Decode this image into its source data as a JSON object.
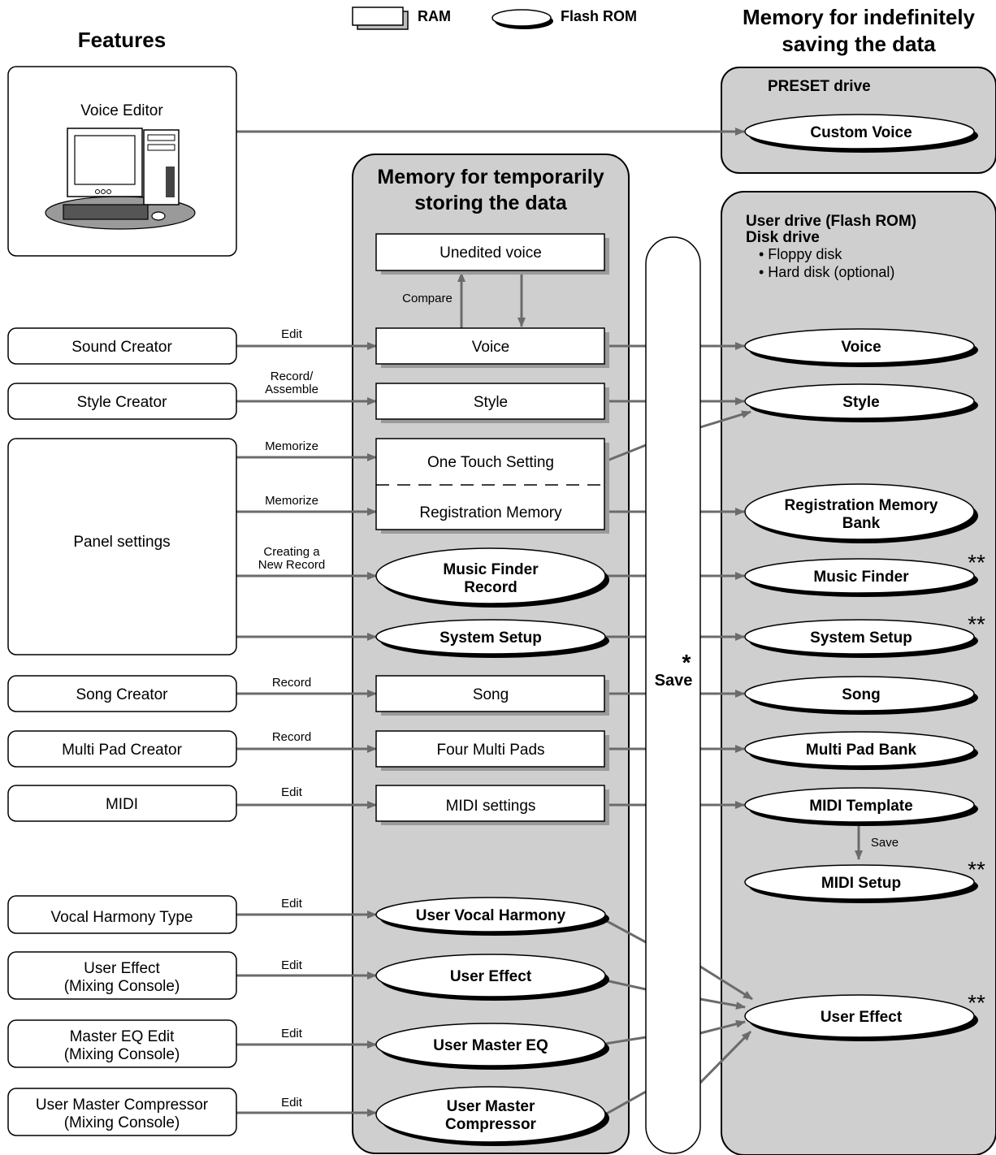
{
  "legend": {
    "ram": "RAM",
    "flash": "Flash ROM"
  },
  "headings": {
    "features": "Features",
    "indef_1": "Memory for indefinitely",
    "indef_2": "saving the data",
    "temp_1": "Memory for temporarily",
    "temp_2": "storing the data"
  },
  "features": {
    "voice_editor": "Voice Editor",
    "sound_creator": "Sound Creator",
    "style_creator": "Style Creator",
    "panel_settings": "Panel settings",
    "song_creator": "Song Creator",
    "multi_pad_creator": "Multi Pad Creator",
    "midi": "MIDI",
    "vocal_harmony_type": "Vocal Harmony Type",
    "user_effect_1": "User Effect",
    "user_effect_2": "(Mixing Console)",
    "master_eq_1": "Master EQ Edit",
    "master_eq_2": "(Mixing Console)",
    "compressor_1": "User Master Compressor",
    "compressor_2": "(Mixing Console)"
  },
  "edges": {
    "edit": "Edit",
    "record_assemble_1": "Record/",
    "record_assemble_2": "Assemble",
    "memorize": "Memorize",
    "creating_1": "Creating a",
    "creating_2": "New Record",
    "record": "Record",
    "compare": "Compare",
    "save_small": "Save"
  },
  "temp": {
    "unedited_voice": "Unedited voice",
    "voice": "Voice",
    "style": "Style",
    "one_touch": "One Touch Setting",
    "registration_memory": "Registration Memory",
    "music_finder_1": "Music Finder",
    "music_finder_2": "Record",
    "system_setup": "System Setup",
    "song": "Song",
    "four_multi_pads": "Four Multi Pads",
    "midi_settings": "MIDI settings",
    "user_vocal_harmony": "User Vocal Harmony",
    "user_effect": "User Effect",
    "user_master_eq": "User Master EQ",
    "user_master_comp_1": "User Master",
    "user_master_comp_2": "Compressor"
  },
  "save_column": {
    "asterisk": "*",
    "label": "Save"
  },
  "preset": {
    "title": "PRESET drive",
    "custom_voice": "Custom Voice"
  },
  "user_drive": {
    "title_1": "User drive (Flash ROM)",
    "title_2": "Disk drive",
    "bullet_1": "• Floppy disk",
    "bullet_2": "• Hard disk (optional)",
    "voice": "Voice",
    "style": "Style",
    "registration_1": "Registration Memory",
    "registration_2": "Bank",
    "music_finder": "Music Finder",
    "system_setup": "System Setup",
    "song": "Song",
    "multi_pad_bank": "Multi Pad Bank",
    "midi_template": "MIDI Template",
    "midi_setup": "MIDI Setup",
    "user_effect": "User Effect"
  },
  "marks": {
    "double_asterisk": "**"
  },
  "colors": {
    "panel_fill": "#cfcfcf",
    "arrow": "#6b6b6b",
    "stroke": "#000000"
  }
}
